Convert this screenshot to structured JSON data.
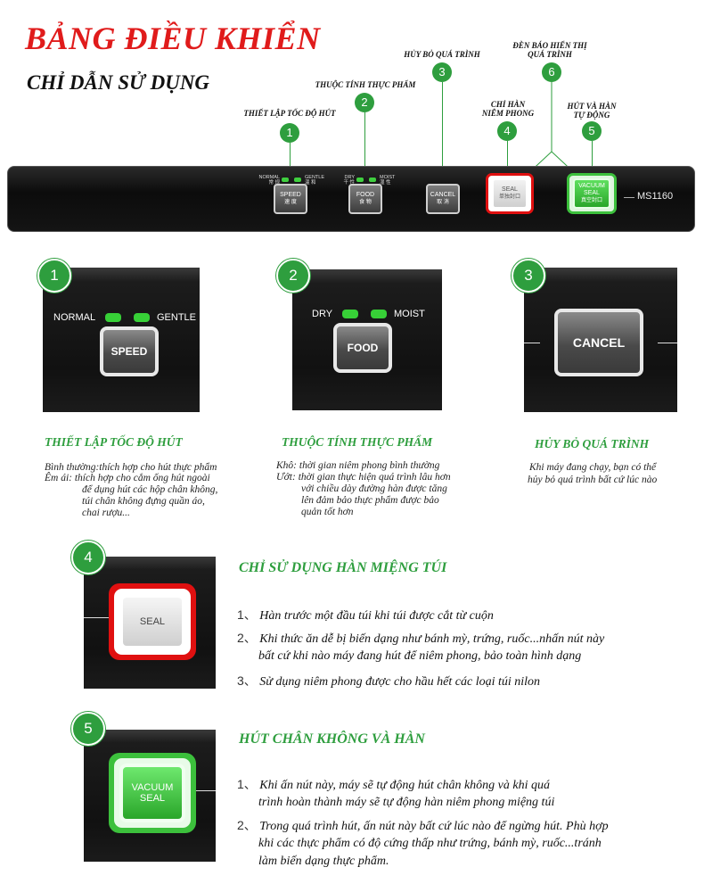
{
  "header": {
    "title": "BẢNG ĐIỀU KHIỂN",
    "subtitle": "CHỈ DẪN SỬ DỤNG"
  },
  "callouts": [
    {
      "num": "1",
      "label": "THIẾT LẬP TỐC ĐỘ HÚT"
    },
    {
      "num": "2",
      "label": "THUỘC TÍNH THỰC PHẨM"
    },
    {
      "num": "3",
      "label": "HỦY BỎ QUÁ TRÌNH"
    },
    {
      "num": "4",
      "label_line1": "CHỈ HÀN",
      "label_line2": "NIÊM PHONG"
    },
    {
      "num": "5",
      "label_line1": "HÚT VÀ HÀN",
      "label_line2": "TỰ ĐỘNG"
    },
    {
      "num": "6",
      "label_line1": "ĐÈN BÁO HIỂN THỊ",
      "label_line2": "QUÁ TRÌNH"
    }
  ],
  "panel": {
    "speed": {
      "en": "SPEED",
      "cn": "速 度",
      "left_en": "NORMAL",
      "left_cn": "常 规",
      "right_en": "GENTLE",
      "right_cn": "温 和"
    },
    "food": {
      "en": "FOOD",
      "cn": "食 物",
      "left_en": "DRY",
      "left_cn": "干 性",
      "right_en": "MOIST",
      "right_cn": "湿 性"
    },
    "cancel": {
      "en": "CANCEL",
      "cn": "取 消"
    },
    "seal": {
      "en": "SEAL",
      "cn": "单独封口"
    },
    "vacuum": {
      "en1": "VACUUM",
      "en2": "SEAL",
      "cn": "真空封口"
    },
    "model": "MS1160"
  },
  "sections": {
    "s1": {
      "num": "1",
      "btn": "SPEED",
      "led_left": "NORMAL",
      "led_right": "GENTLE",
      "heading": "THIẾT LẬP TỐC ĐỘ HÚT",
      "lines": [
        "Bình thường:thích hợp cho hút thực phẩm",
        "Êm ái:  thích hợp cho cắm ống hút ngoài",
        "để dụng hút các hộp chân không,",
        "túi chân không đựng quần áo,",
        "chai rượu..."
      ]
    },
    "s2": {
      "num": "2",
      "btn": "FOOD",
      "led_left": "DRY",
      "led_right": "MOIST",
      "heading": "THUỘC TÍNH THỰC PHẨM",
      "lines": [
        "Khô: thời gian niêm phong bình thường",
        "Ướt: thời gian thực hiện quá trình lâu hơn",
        "với chiều dày đường hàn được tăng",
        "lên đảm bảo thực phẩm được bảo",
        "quản tốt hơn"
      ]
    },
    "s3": {
      "num": "3",
      "btn": "CANCEL",
      "heading": "HỦY BỎ QUÁ TRÌNH",
      "lines": [
        "Khi máy đang chạy, bạn có thể",
        "hủy bỏ quá trình bất cứ lúc nào"
      ]
    },
    "s4": {
      "num": "4",
      "btn": "SEAL",
      "heading": "CHỈ SỬ DỤNG HÀN MIỆNG TÚI",
      "items": [
        {
          "n": "1、",
          "lines": [
            "Hàn trước một đầu túi khi túi được cắt từ cuộn"
          ]
        },
        {
          "n": "2、",
          "lines": [
            "Khi thức ăn dễ bị biến dạng như bánh mỳ, trứng, ruốc...nhấn nút này",
            "bất cứ khi nào máy đang hút để niêm phong, bảo toàn hình dạng"
          ]
        },
        {
          "n": "3、",
          "lines": [
            "Sử dụng niêm phong được cho hầu hết các loại túi nilon"
          ]
        }
      ]
    },
    "s5": {
      "num": "5",
      "btn1": "VACUUM",
      "btn2": "SEAL",
      "heading": "HÚT CHÂN KHÔNG VÀ HÀN",
      "items": [
        {
          "n": "1、",
          "lines": [
            "Khi ấn nút này, máy sẽ tự động hút chân không và khi quá",
            "trình hoàn thành máy sẽ tự động hàn niêm phong miệng túi"
          ]
        },
        {
          "n": "2、",
          "lines": [
            "Trong quá trình hút, ấn nút này bất cứ lúc nào để ngừng hút. Phù hợp",
            "khi các thực phẩm có độ cứng thấp như trứng, bánh mỳ, ruốc...tránh",
            "làm biến dạng thực phẩm."
          ]
        }
      ]
    }
  },
  "colors": {
    "title_red": "#e01b1b",
    "accent_green": "#2e9e3e",
    "led_green": "#37d037",
    "seal_red": "#e01010",
    "vacuum_green": "#3cc03c"
  }
}
